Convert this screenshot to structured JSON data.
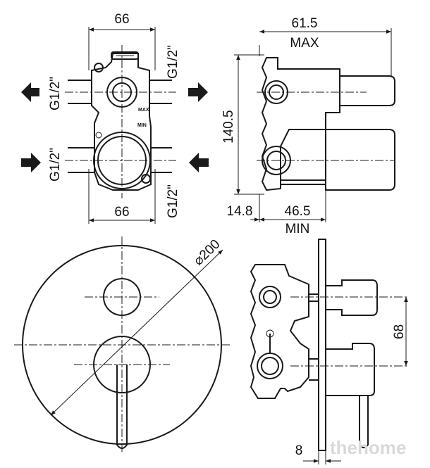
{
  "dimensions": {
    "top_width": "66",
    "bottom_width": "66",
    "thread_top_right": "G1/2\"",
    "thread_bottom_right": "G1/2\"",
    "thread_top_left": "G1/2\"",
    "thread_bottom_left": "G1/2\"",
    "max_depth": "61.5",
    "max_label": "MAX",
    "height": "140.5",
    "offset": "14.8",
    "min_depth": "46.5",
    "min_label": "MIN",
    "plate_diameter": "⌀200",
    "handle_spacing": "68",
    "plate_thickness": "8"
  },
  "body_marks": {
    "max": "MAX",
    "min": "MIN"
  },
  "watermark": "thehome"
}
